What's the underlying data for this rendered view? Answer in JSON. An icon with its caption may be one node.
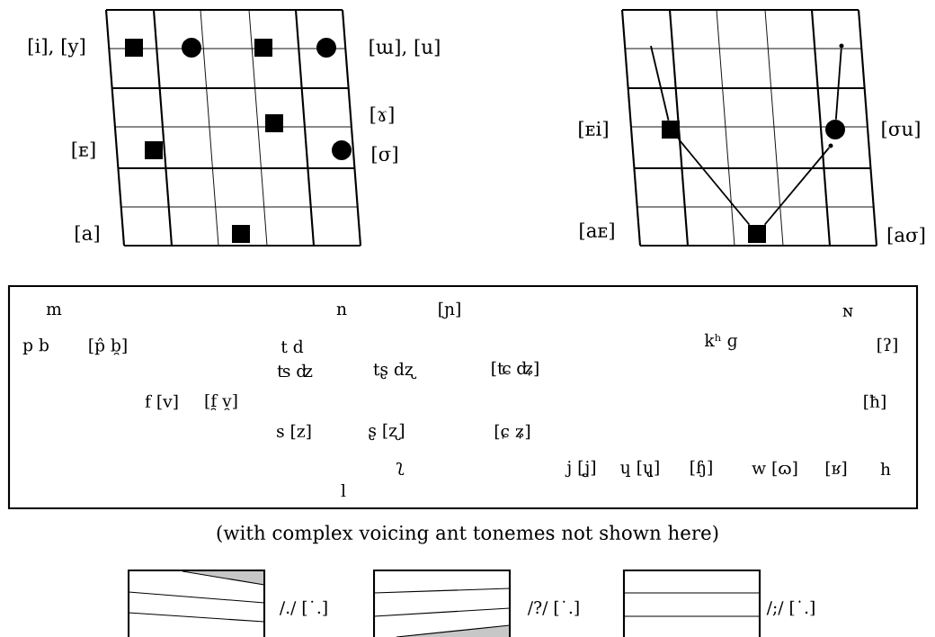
{
  "diagram": {
    "caption": "(with complex voicing ant tonemes not shown here)",
    "nodes": [
      {
        "text": [],
        "shape": "box"
      },
      {
        "text": [],
        "shape": "circle"
      },
      {
        "text": [],
        "shape": "box"
      },
      {
        "text": [],
        "shape": "circle"
      },
      {
        "text": [],
        "shape": "box"
      },
      {
        "text": [],
        "shape": "box"
      },
      {
        "text": [],
        "shape": "circle"
      },
      {
        "text": [],
        "shape": "box"
      },
      {
        "text": [],
        "shape": "circle"
      },
      {
        "text": [],
        "shape": "box"
      },
      {
        "text": [],
        "shape": "circle"
      },
      {
        "text": [],
        "shape": "circle"
      },
      {
        "text": [],
        "shape": "box"
      },
      {
        "text": [
          "m",
          "n",
          "[ɲ]",
          "ɴ",
          "p b",
          "[p̂ b̯]",
          "t d",
          "kʰ ɡ",
          "[ʔ]",
          "ʦ ʣ",
          "tʂ dʐ",
          "[ʨ ʥ]",
          "f [v]",
          "[f̯ v̯]",
          "[ħ]",
          "s [z]",
          "ʂ [ʐ]",
          "[ɕ ʑ]",
          "ʅ",
          "j [ʝ]",
          "ɥ [ɥ̢]",
          "[ɧ]",
          "w [ɷ]",
          "[ʁ]",
          "h",
          "l"
        ]
      },
      {
        "text": [],
        "shape": "box",
        "beside": [
          "/./ [˙.]"
        ]
      },
      {
        "text": [],
        "shape": "box",
        "beside": [
          "/?/ [˙.]"
        ]
      },
      {
        "text": [],
        "shape": "box",
        "beside": [
          "/;/ [˙.]"
        ]
      }
    ],
    "edges": [
      {
        "from": null,
        "to": 9,
        "arrow": "none"
      },
      {
        "from": 9,
        "to": 12,
        "arrow": "none"
      },
      {
        "from": 12,
        "to": 11,
        "arrow": "none"
      },
      {
        "from": 10,
        "to": 8,
        "arrow": "none"
      }
    ],
    "labels": [
      "[i], [y]",
      "[ɯ], [u]",
      "[ɤ]",
      "[ᴇ]",
      "[σ]",
      "[a]",
      "[ᴇi]",
      "[σu]",
      "[aᴇ]",
      "[aσ]"
    ]
  }
}
